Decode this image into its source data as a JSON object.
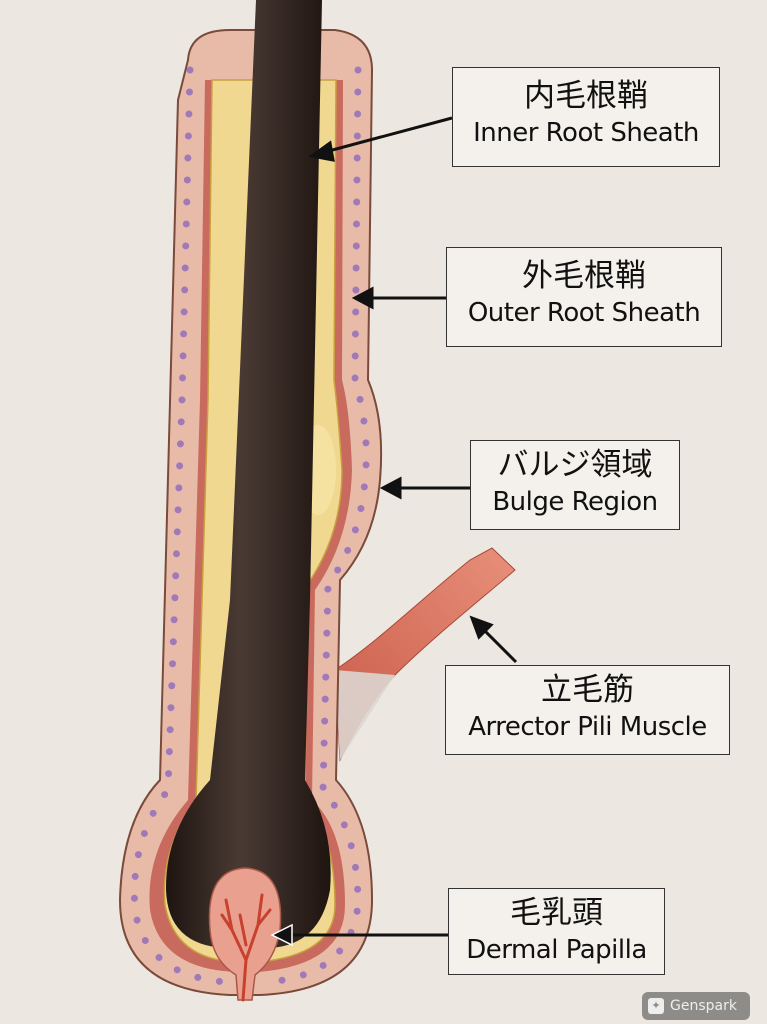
{
  "labels": [
    {
      "ja": "内毛根鞘",
      "en": "Inner Root Sheath"
    },
    {
      "ja": "外毛根鞘",
      "en": "Outer Root Sheath"
    },
    {
      "ja": "バルジ領域",
      "en": "Bulge Region"
    },
    {
      "ja": "立毛筋",
      "en": "Arrector Pili Muscle"
    },
    {
      "ja": "毛乳頭",
      "en": "Dermal Papilla"
    }
  ],
  "watermark": "Genspark",
  "colors": {
    "background": "#ece8e1",
    "hair": "#2d1e18",
    "sheath": "#e8bba8",
    "inner": "#f0d890",
    "muscle": "#d0604a",
    "papilla": "#e9a08e"
  }
}
